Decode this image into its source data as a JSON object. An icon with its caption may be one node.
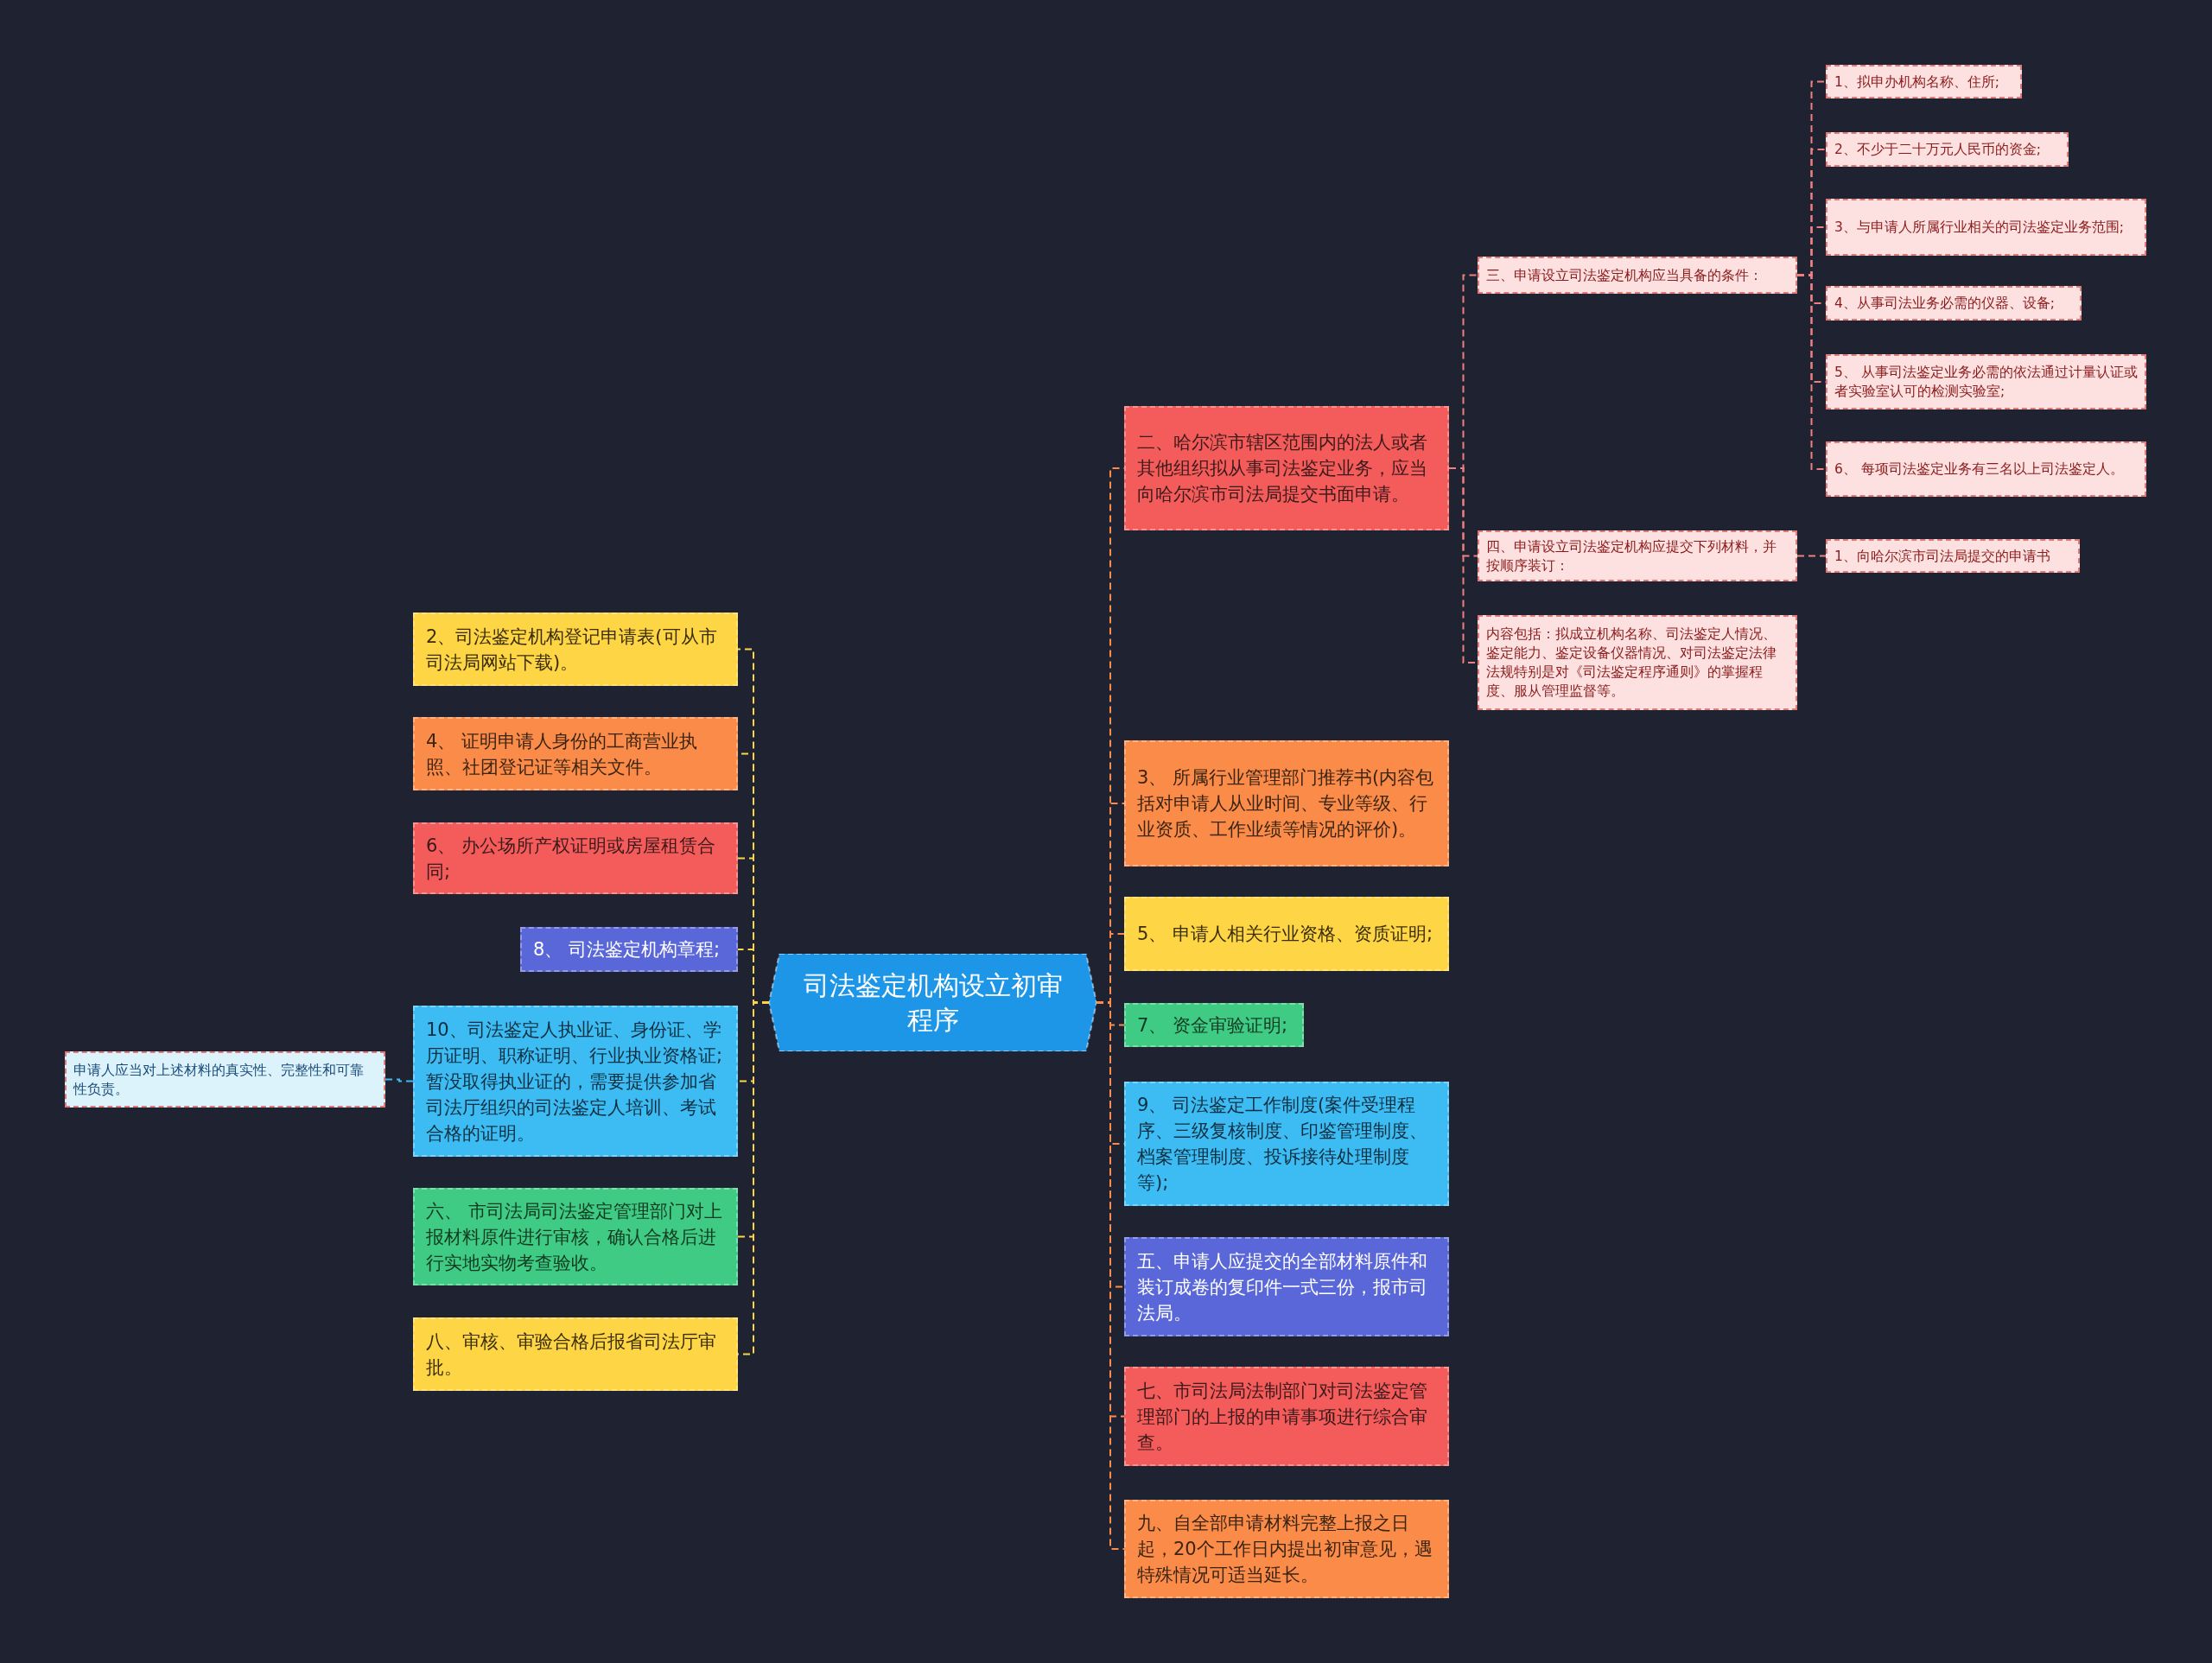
{
  "diagram": {
    "nodes": [
      {
        "text": [
          "司法鉴定机构设立初审程序"
        ]
      },
      {
        "text": [
          "二、哈尔滨市辖区范围内的法人或者其他组织拟从事司法鉴定业务，应当向哈尔滨市司法局提交书面申请。"
        ]
      },
      {
        "text": [
          "三、申请设立司法鉴定机构应当具备的条件："
        ]
      },
      {
        "text": [
          "1、拟申办机构名称、住所;"
        ]
      },
      {
        "text": [
          "2、不少于二十万元人民币的资金;"
        ]
      },
      {
        "text": [
          "3、与申请人所属行业相关的司法鉴定业务范围;"
        ]
      },
      {
        "text": [
          "4、从事司法业务必需的仪器、设备;"
        ]
      },
      {
        "text": [
          "5、 从事司法鉴定业务必需的依法通过计量认证或者实验室认可的检测实验室;"
        ]
      },
      {
        "text": [
          "6、 每项司法鉴定业务有三名以上司法鉴定人。"
        ]
      },
      {
        "text": [
          "四、申请设立司法鉴定机构应提交下列材料，并按顺序装订："
        ]
      },
      {
        "text": [
          "1、向哈尔滨市司法局提交的申请书"
        ]
      },
      {
        "text": [
          "内容包括：拟成立机构名称、司法鉴定人情况、鉴定能力、鉴定设备仪器情况、对司法鉴定法律法规特别是对《司法鉴定程序通则》的掌握程度、服从管理监督等。"
        ]
      },
      {
        "text": [
          "3、 所属行业管理部门推荐书(内容包括对申请人从业时间、专业等级、行业资质、工作业绩等情况的评价)。"
        ]
      },
      {
        "text": [
          "5、 申请人相关行业资格、资质证明;"
        ]
      },
      {
        "text": [
          "7、 资金审验证明;"
        ]
      },
      {
        "text": [
          "9、 司法鉴定工作制度(案件受理程序、三级复核制度、印鉴管理制度、档案管理制度、投诉接待处理制度等);"
        ]
      },
      {
        "text": [
          "五、申请人应提交的全部材料原件和装订成卷的复印件一式三份，报市司法局。"
        ]
      },
      {
        "text": [
          "七、市司法局法制部门对司法鉴定管理部门的上报的申请事项进行综合审查。"
        ]
      },
      {
        "text": [
          "九、自全部申请材料完整上报之日起，20个工作日内提出初审意见，遇特殊情况可适当延长。"
        ]
      },
      {
        "text": [
          "2、司法鉴定机构登记申请表(可从市司法局网站下载)。"
        ]
      },
      {
        "text": [
          "4、 证明申请人身份的工商营业执照、社团登记证等相关文件。"
        ]
      },
      {
        "text": [
          "6、 办公场所产权证明或房屋租赁合同;"
        ]
      },
      {
        "text": [
          "8、 司法鉴定机构章程;"
        ]
      },
      {
        "text": [
          "10、司法鉴定人执业证、身份证、学历证明、职称证明、行业执业资格证;暂没取得执业证的，需要提供参加省司法厅组织的司法鉴定人培训、考试合格的证明。"
        ]
      },
      {
        "text": [
          "申请人应当对上述材料的真实性、完整性和可靠性负责。"
        ]
      },
      {
        "text": [
          "六、 市司法局司法鉴定管理部门对上报材料原件进行审核，确认合格后进行实地实物考查验收。"
        ]
      },
      {
        "text": [
          "八、审核、审验合格后报省司法厅审批。"
        ]
      }
    ],
    "edges": [
      {
        "from": 0,
        "to": 1,
        "arrow": "none",
        "style": "dashed",
        "color": "#fb8b49"
      },
      {
        "from": 1,
        "to": 2,
        "arrow": "none",
        "style": "dashed",
        "color": "#f08080"
      },
      {
        "from": 2,
        "to": 3,
        "arrow": "none",
        "style": "dashed",
        "color": "#f08080"
      },
      {
        "from": 2,
        "to": 4,
        "arrow": "none",
        "style": "dashed",
        "color": "#f08080"
      },
      {
        "from": 2,
        "to": 5,
        "arrow": "none",
        "style": "dashed",
        "color": "#f08080"
      },
      {
        "from": 2,
        "to": 6,
        "arrow": "none",
        "style": "dashed",
        "color": "#f08080"
      },
      {
        "from": 2,
        "to": 7,
        "arrow": "none",
        "style": "dashed",
        "color": "#f08080"
      },
      {
        "from": 2,
        "to": 8,
        "arrow": "none",
        "style": "dashed",
        "color": "#f08080"
      },
      {
        "from": 1,
        "to": 9,
        "arrow": "none",
        "style": "dashed",
        "color": "#f08080"
      },
      {
        "from": 9,
        "to": 10,
        "arrow": "none",
        "style": "dashed",
        "color": "#f08080"
      },
      {
        "from": 1,
        "to": 11,
        "arrow": "none",
        "style": "dashed",
        "color": "#f08080"
      },
      {
        "from": 0,
        "to": 12,
        "arrow": "none",
        "style": "dashed",
        "color": "#fb8b49"
      },
      {
        "from": 0,
        "to": 13,
        "arrow": "none",
        "style": "dashed",
        "color": "#fb8b49"
      },
      {
        "from": 0,
        "to": 14,
        "arrow": "none",
        "style": "dashed",
        "color": "#fb8b49"
      },
      {
        "from": 0,
        "to": 15,
        "arrow": "none",
        "style": "dashed",
        "color": "#fb8b49"
      },
      {
        "from": 0,
        "to": 16,
        "arrow": "none",
        "style": "dashed",
        "color": "#fb8b49"
      },
      {
        "from": 0,
        "to": 17,
        "arrow": "none",
        "style": "dashed",
        "color": "#fb8b49"
      },
      {
        "from": 0,
        "to": 18,
        "arrow": "none",
        "style": "dashed",
        "color": "#fb8b49"
      },
      {
        "from": 0,
        "to": 19,
        "arrow": "none",
        "style": "dashed",
        "color": "#fdd545"
      },
      {
        "from": 0,
        "to": 20,
        "arrow": "none",
        "style": "dashed",
        "color": "#fdd545"
      },
      {
        "from": 0,
        "to": 21,
        "arrow": "none",
        "style": "dashed",
        "color": "#fdd545"
      },
      {
        "from": 0,
        "to": 22,
        "arrow": "none",
        "style": "dashed",
        "color": "#fdd545"
      },
      {
        "from": 0,
        "to": 23,
        "arrow": "none",
        "style": "dashed",
        "color": "#fdd545"
      },
      {
        "from": 23,
        "to": 24,
        "arrow": "none",
        "style": "dashed",
        "color": "#3cbcf3"
      },
      {
        "from": 0,
        "to": 25,
        "arrow": "none",
        "style": "dashed",
        "color": "#fdd545"
      },
      {
        "from": 0,
        "to": 26,
        "arrow": "none",
        "style": "dashed",
        "color": "#fdd545"
      }
    ]
  }
}
